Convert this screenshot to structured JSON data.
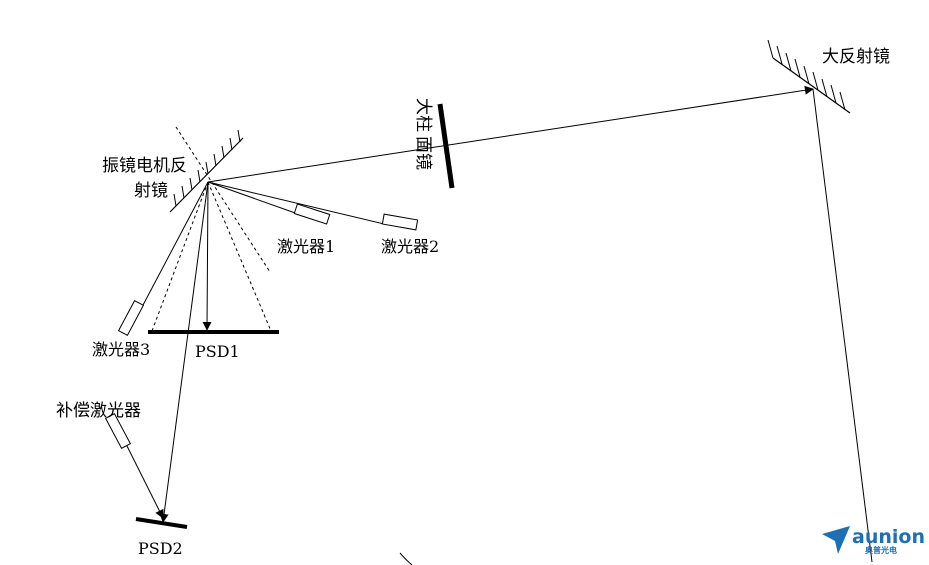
{
  "labels": {
    "big_mirror": "大反射镜",
    "cyl_mirror_1": "大柱",
    "cyl_mirror_2": "面镜",
    "galvo_line1": "振镜电机反",
    "galvo_line2": "射镜",
    "laser1": "激光器1",
    "laser2": "激光器2",
    "laser3": "激光器3",
    "psd1": "PSD1",
    "comp_laser": "补偿激光器",
    "psd2": "PSD2"
  },
  "logo": {
    "name": "aunion",
    "sub": "奥普光电"
  },
  "colors": {
    "line": "#000000",
    "logo": "#1e6fb5"
  }
}
